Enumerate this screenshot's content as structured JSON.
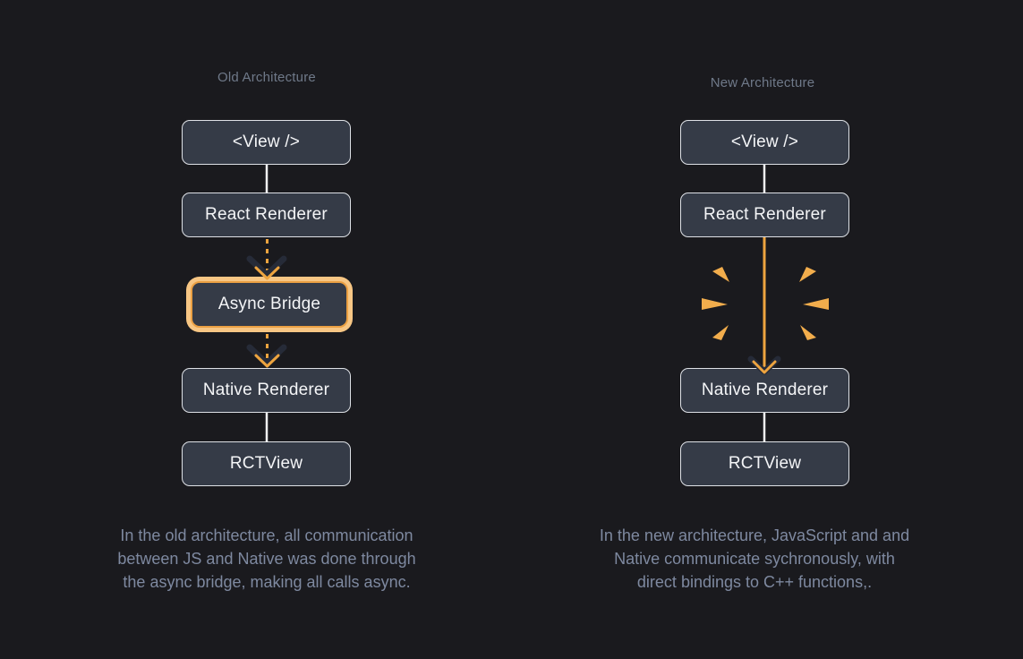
{
  "colors": {
    "background": "#1a1a1e",
    "node_fill": "#353b47",
    "node_border": "#dee1e6",
    "node_text": "#f4f5f7",
    "accent_orange": "#eda43f",
    "bridge_glow_orange": "#f7c684",
    "dark_chevron": "#262b38",
    "connector_white": "#f2f3f5",
    "muted_title_text": "#6f7989",
    "caption_text": "#7e89a0"
  },
  "old_architecture": {
    "title": "Old Architecture",
    "nodes": {
      "view": "<View />",
      "react_renderer": "React Renderer",
      "async_bridge": "Async Bridge",
      "native_renderer": "Native Renderer",
      "rctview": "RCTView"
    },
    "caption_lines": {
      "0": "In the old architecture, all communication",
      "1": "between JS and Native was done through",
      "2": "the async bridge, making all calls async."
    }
  },
  "new_architecture": {
    "title": "New Architecture",
    "nodes": {
      "view": "<View />",
      "react_renderer": "React Renderer",
      "native_renderer": "Native Renderer",
      "rctview": "RCTView"
    },
    "caption_lines": {
      "0": "In the new architecture, JavaScript and and",
      "1": "Native communicate sychronously, with",
      "2": "direct bindings to C++ functions,."
    }
  }
}
